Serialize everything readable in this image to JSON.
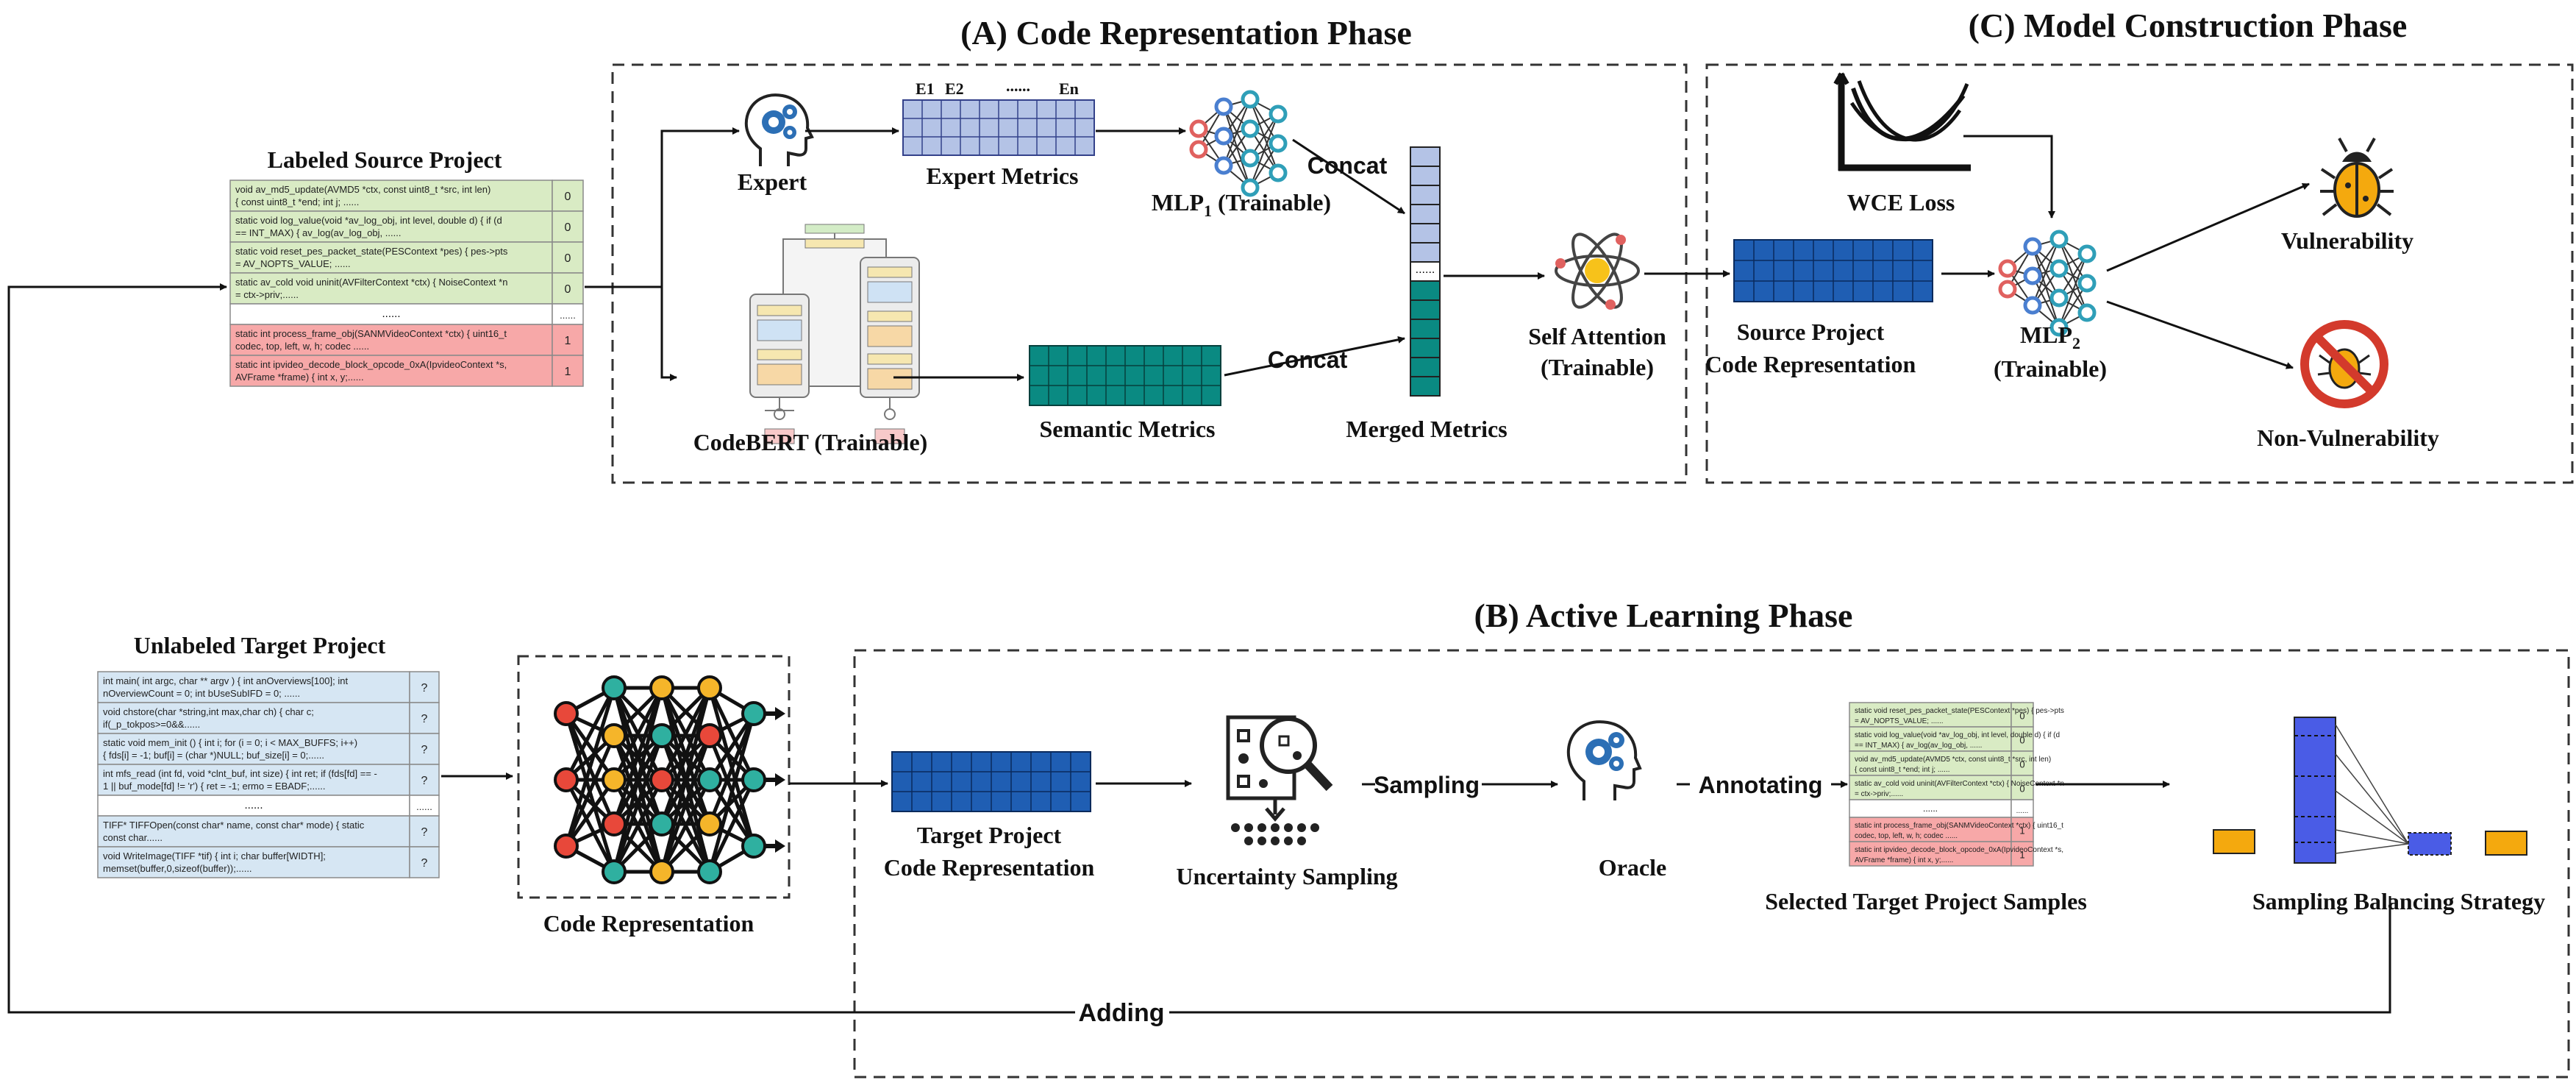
{
  "phases": {
    "a_title": "(A) Code Representation Phase",
    "b_title": "(B) Active Learning Phase",
    "c_title": "(C) Model Construction Phase"
  },
  "labeled_project": {
    "title": "Labeled Source Project",
    "rows": [
      {
        "lines": [
          "void av_md5_update(AVMD5 *ctx, const uint8_t *src, int len)",
          "{ const uint8_t *end; int j; ......"
        ],
        "label": "0",
        "kind": "neg"
      },
      {
        "lines": [
          "static void log_value(void *av_log_obj, int level, double d) { if (d",
          "== INT_MAX) { av_log(av_log_obj, ......"
        ],
        "label": "0",
        "kind": "neg"
      },
      {
        "lines": [
          "static void reset_pes_packet_state(PESContext *pes) { pes->pts",
          "= AV_NOPTS_VALUE; ......"
        ],
        "label": "0",
        "kind": "neg"
      },
      {
        "lines": [
          "static av_cold void uninit(AVFilterContext *ctx) { NoiseContext *n",
          "= ctx->priv;......"
        ],
        "label": "0",
        "kind": "neg"
      },
      {
        "lines": [
          "......"
        ],
        "label": "......",
        "kind": "gap"
      },
      {
        "lines": [
          "static int process_frame_obj(SANMVideoContext *ctx) { uint16_t",
          "codec, top, left, w, h; codec ......"
        ],
        "label": "1",
        "kind": "pos"
      },
      {
        "lines": [
          "static int ipvideo_decode_block_opcode_0xA(IpvideoContext *s,",
          "AVFrame *frame) { int x, y;......"
        ],
        "label": "1",
        "kind": "pos"
      }
    ]
  },
  "unlabeled_project": {
    "title": "Unlabeled Target Project",
    "rows": [
      {
        "lines": [
          "int main( int argc, char ** argv ) { int anOverviews[100]; int",
          "nOverviewCount = 0; int bUseSubIFD = 0; ......"
        ],
        "label": "?",
        "kind": "unk"
      },
      {
        "lines": [
          "void chstore(char *string,int max,char ch) { char c;",
          "if(_p_tokpos>=0&&......"
        ],
        "label": "?",
        "kind": "unk"
      },
      {
        "lines": [
          "static void mem_init () { int i; for (i = 0; i < MAX_BUFFS; i++)",
          "{ fds[i] = -1; buf[i] = (char *)NULL; buf_size[i] = 0;......"
        ],
        "label": "?",
        "kind": "unk"
      },
      {
        "lines": [
          "int mfs_read (int fd, void *clnt_buf, int size) { int ret; if (fds[fd] == -",
          "1 || buf_mode[fd] != 'r') { ret = -1; ermo = EBADF;......"
        ],
        "label": "?",
        "kind": "unk"
      },
      {
        "lines": [
          "......"
        ],
        "label": "......",
        "kind": "gap"
      },
      {
        "lines": [
          "TIFF* TIFFOpen(const char* name, const char* mode) { static",
          "const char......"
        ],
        "label": "?",
        "kind": "unk"
      },
      {
        "lines": [
          "void WriteImage(TIFF *tif) { int i; char buffer[WIDTH];",
          "memset(buffer,0,sizeof(buffer));......"
        ],
        "label": "?",
        "kind": "unk"
      }
    ]
  },
  "selected_samples": {
    "title": "Selected Target Project Samples",
    "rows": [
      {
        "lines": [
          "static void reset_pes_packet_state(PESContext *pes) { pes->pts",
          "= AV_NOPTS_VALUE; ......"
        ],
        "label": "0",
        "kind": "neg"
      },
      {
        "lines": [
          "static void log_value(void *av_log_obj, int level, double d) { if (d",
          "== INT_MAX) { av_log(av_log_obj, ......"
        ],
        "label": "0",
        "kind": "neg"
      },
      {
        "lines": [
          "void av_md5_update(AVMD5 *ctx, const uint8_t *src, int len)",
          "{ const uint8_t *end; int j; ......"
        ],
        "label": "0",
        "kind": "neg"
      },
      {
        "lines": [
          "static av_cold void uninit(AVFilterContext *ctx) { NoiseContext *n",
          "= ctx->priv;......"
        ],
        "label": "0",
        "kind": "neg"
      },
      {
        "lines": [
          "......"
        ],
        "label": "......",
        "kind": "gap"
      },
      {
        "lines": [
          "static int process_frame_obj(SANMVideoContext *ctx) { uint16_t",
          "codec, top, left, w, h; codec ......"
        ],
        "label": "1",
        "kind": "pos"
      },
      {
        "lines": [
          "static int ipvideo_decode_block_opcode_0xA(IpvideoContext *s,",
          "AVFrame *frame) { int x, y;......"
        ],
        "label": "1",
        "kind": "pos"
      }
    ]
  },
  "labels": {
    "expert": "Expert",
    "expert_metrics": "Expert Metrics",
    "e1": "E1",
    "e2": "E2",
    "e_dots": "......",
    "en": "En",
    "mlp1_main": "MLP",
    "mlp1_sub": "1",
    "mlp1_suffix": " (Trainable)",
    "concat_top": "Concat",
    "concat_bottom": "Concat",
    "codebert": "CodeBERT (Trainable)",
    "semantic_metrics": "Semantic Metrics",
    "merged_metrics": "Merged Metrics",
    "merged_dots": "......",
    "self_attention_1": "Self Attention",
    "self_attention_2": "(Trainable)",
    "source_code_rep_1": "Source Project",
    "source_code_rep_2": "Code Representation",
    "wce_loss": "WCE Loss",
    "mlp2_main": "MLP",
    "mlp2_sub": "2",
    "mlp2_line2": "(Trainable)",
    "vulnerability": "Vulnerability",
    "non_vulnerability": "Non-Vulnerability",
    "code_representation": "Code Representation",
    "target_code_rep_1": "Target Project",
    "target_code_rep_2": "Code Representation",
    "uncertainty_sampling": "Uncertainty Sampling",
    "sampling": "Sampling",
    "oracle": "Oracle",
    "annotating": "Annotating",
    "sampling_balancing": "Sampling Balancing Strategy",
    "adding": "Adding"
  },
  "colors": {
    "expert_grid": "#b4c3e6",
    "semantic_grid": "#0a8a82",
    "code_rep_grid": "#1f5eb3",
    "neg_row": "#d9ebc4",
    "pos_row": "#f7a8a8",
    "unk_row": "#d6e6f3",
    "balance_bar": "#4a5ce6",
    "balance_small": "#f4a90e"
  }
}
